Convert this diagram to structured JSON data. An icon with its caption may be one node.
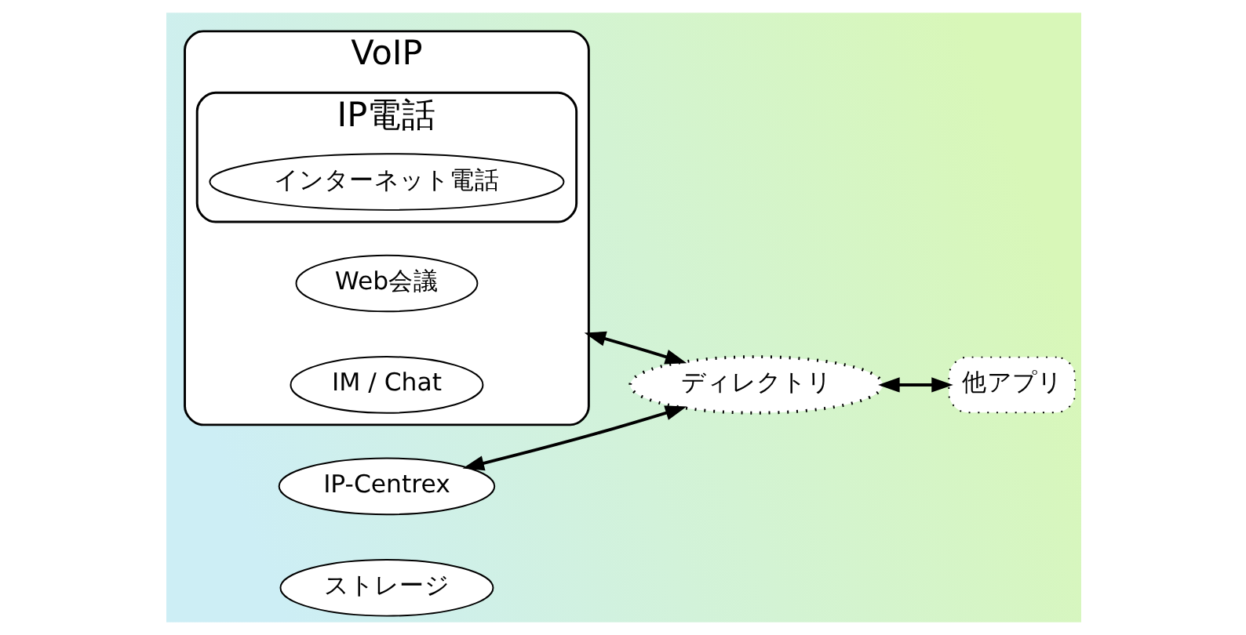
{
  "diagram": {
    "nodes": [
      {
        "text": [
          "ストレージ"
        ]
      },
      {
        "text": [
          "ディレクトリ"
        ]
      },
      {
        "text": [
          "他アプリ"
        ]
      },
      {
        "text": [
          "VoIP"
        ]
      },
      {
        "text": [
          "Web会議"
        ],
        "in": 3
      },
      {
        "text": [
          "IM / Chat"
        ],
        "in": 3
      },
      {
        "text": [
          "IP-Centrex"
        ]
      },
      {
        "text": [
          "IP電話"
        ],
        "in": 3
      },
      {
        "text": [
          "インターネット電話"
        ],
        "in": 7
      }
    ],
    "edges": [
      {
        "from": 3,
        "to": 1,
        "arrow": "both"
      },
      {
        "from": 6,
        "to": 1,
        "arrow": "both"
      },
      {
        "from": 1,
        "to": 2,
        "arrow": "both"
      }
    ]
  }
}
